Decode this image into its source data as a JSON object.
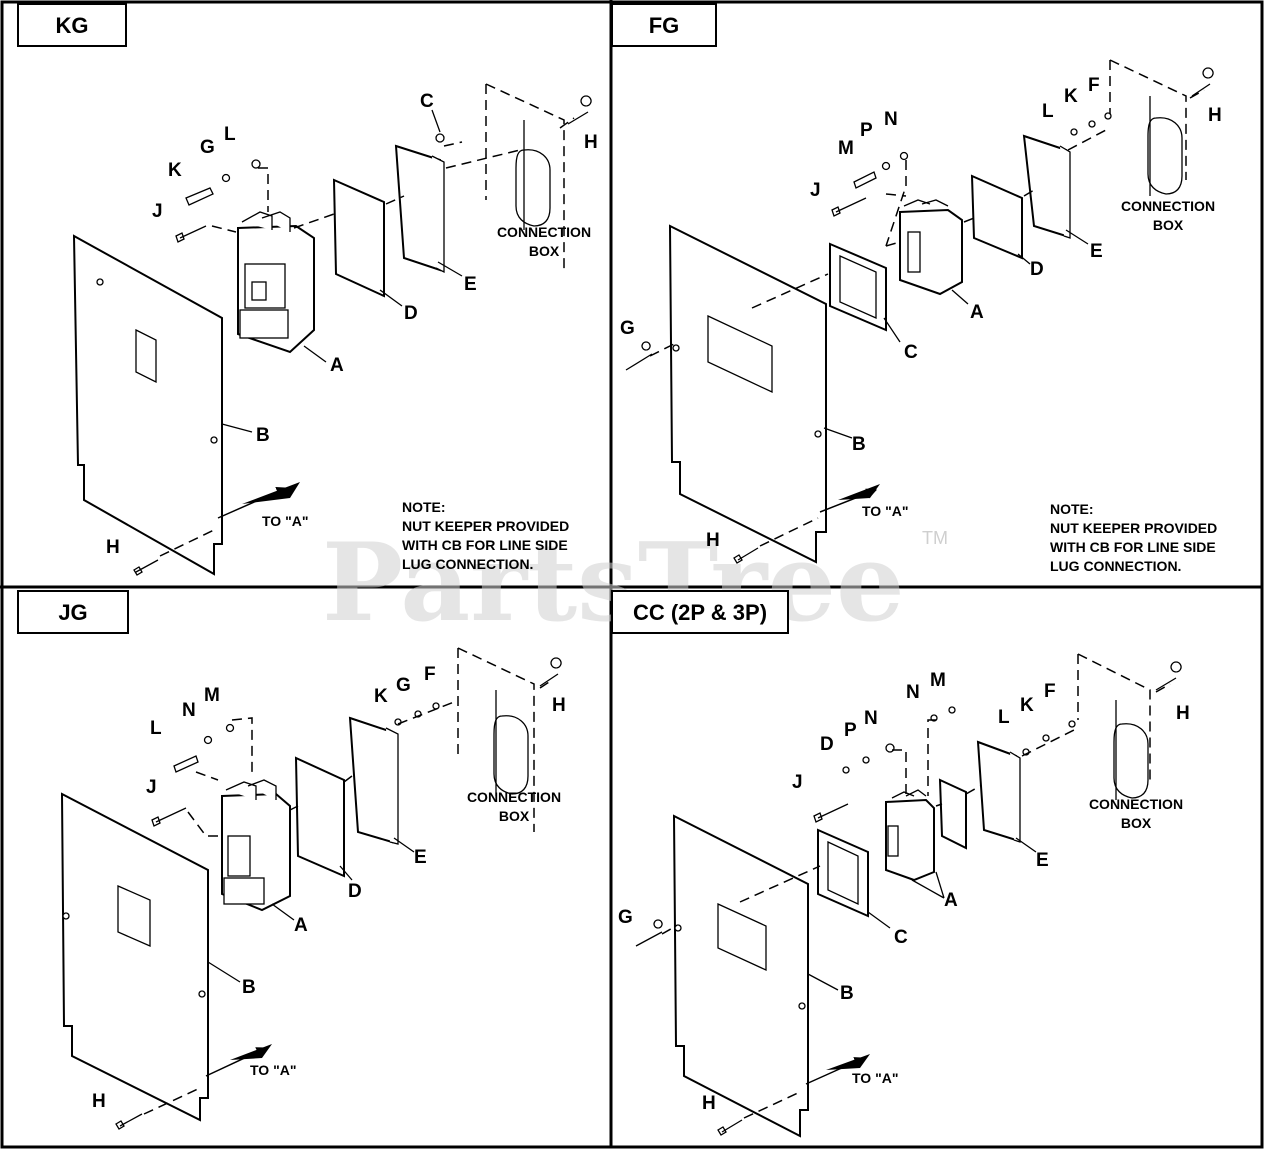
{
  "panels": [
    {
      "title": "KG",
      "labels": {
        "A": "A",
        "B": "B",
        "C": "C",
        "D": "D",
        "E": "E",
        "G": "G",
        "H": "H",
        "J": "J",
        "K": "K",
        "L": "L"
      },
      "connection_box": [
        "CONNECTION",
        "BOX"
      ],
      "to_a": "TO \"A\"",
      "note": [
        "NOTE:",
        "NUT KEEPER PROVIDED",
        "WITH CB FOR LINE SIDE",
        "LUG CONNECTION."
      ]
    },
    {
      "title": "FG",
      "labels": {
        "A": "A",
        "B": "B",
        "C": "C",
        "D": "D",
        "E": "E",
        "F": "F",
        "G": "G",
        "H": "H",
        "J": "J",
        "K": "K",
        "L": "L",
        "M": "M",
        "N": "N",
        "P": "P"
      },
      "connection_box": [
        "CONNECTION",
        "BOX"
      ],
      "to_a": "TO \"A\"",
      "note": [
        "NOTE:",
        "NUT KEEPER PROVIDED",
        "WITH CB FOR LINE SIDE",
        "LUG CONNECTION."
      ]
    },
    {
      "title": "JG",
      "labels": {
        "A": "A",
        "B": "B",
        "D": "D",
        "E": "E",
        "F": "F",
        "G": "G",
        "H": "H",
        "J": "J",
        "K": "K",
        "L": "L",
        "M": "M",
        "N": "N"
      },
      "connection_box": [
        "CONNECTION",
        "BOX"
      ],
      "to_a": "TO \"A\""
    },
    {
      "title": "CC (2P & 3P)",
      "labels": {
        "A": "A",
        "B": "B",
        "C": "C",
        "D": "D",
        "E": "E",
        "F": "F",
        "G": "G",
        "H": "H",
        "J": "J",
        "K": "K",
        "L": "L",
        "M": "M",
        "N": "N",
        "N2": "N",
        "P": "P"
      },
      "connection_box": [
        "CONNECTION",
        "BOX"
      ],
      "to_a": "TO \"A\""
    }
  ],
  "watermark": "PartsTree",
  "trademark": "TM"
}
